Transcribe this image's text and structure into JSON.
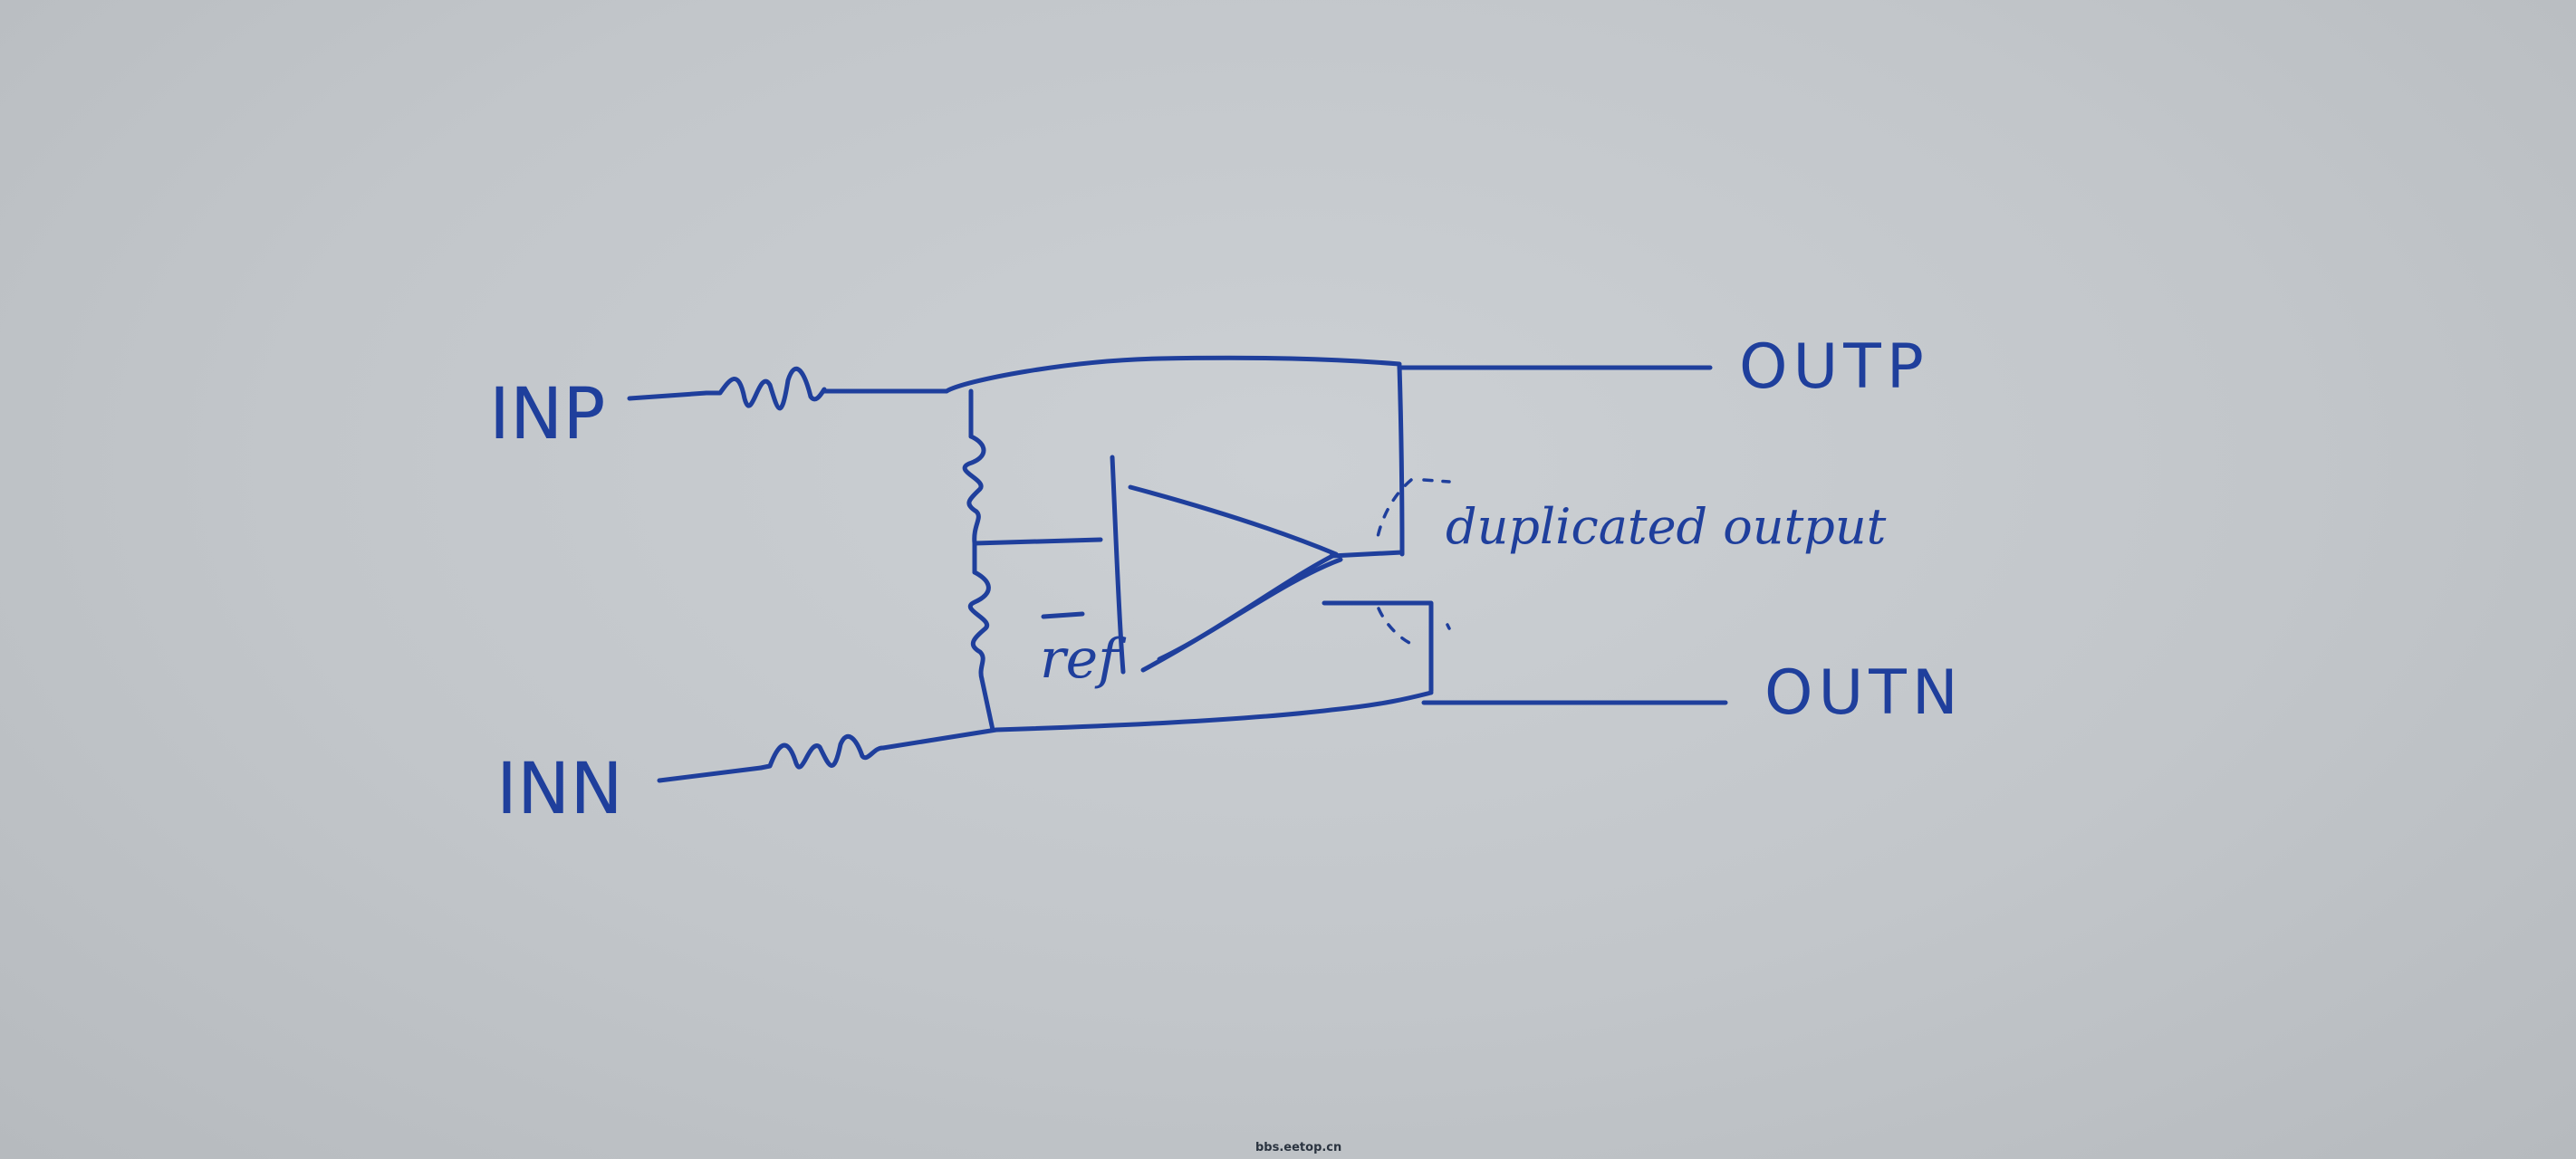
{
  "labels": {
    "inp": "INP",
    "inn": "INN",
    "outp": "OUTP",
    "outn": "OUTN",
    "ref": "ref",
    "duplicated_output": "duplicated output"
  },
  "watermark": "bbs.eetop.cn",
  "colors": {
    "ink": "#1f3f9c",
    "paper": "#c6cacd"
  }
}
